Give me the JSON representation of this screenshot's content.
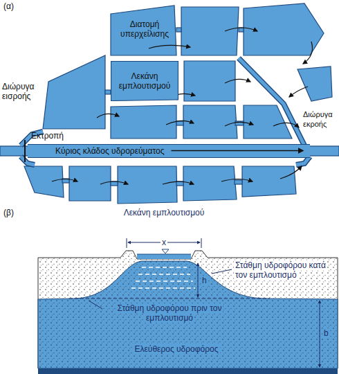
{
  "diagram": {
    "nodes": [
      {
        "text": [
          "Λεκάνη εμπλουτισμού"
        ]
      },
      {
        "text": [
          "Κύριος κλάδος υδρορεύματος"
        ]
      }
    ],
    "labels": [
      "(α)",
      "Διατομή υπερχείλισης",
      "Διώρυγα εισροής",
      "Διώρυγα εκροής",
      "Εκτροπή",
      "(β)",
      "Λεκάνη εμπλουτισμού",
      "x",
      "Στάθμη υδροφόρου κατά τον εμπλουτισμό",
      "h",
      "Στάθμη υδροφόρου πριν τον εμπλουτισμό",
      "b",
      "Ελεύθερος υδροφόρος"
    ]
  }
}
